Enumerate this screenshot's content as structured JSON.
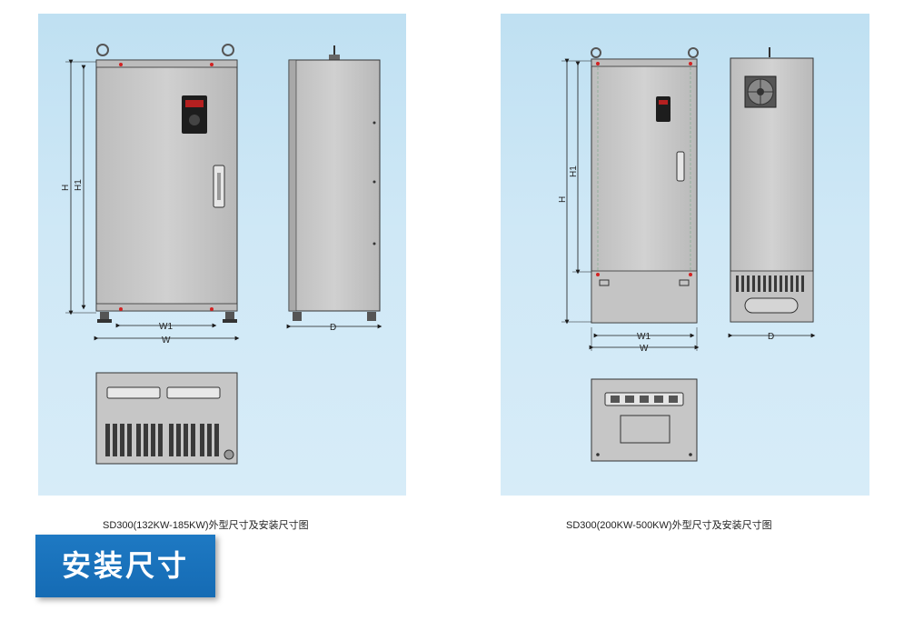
{
  "figures": [
    {
      "caption": "SD300(132KW-185KW)外型尺寸及安装尺寸图",
      "labels": {
        "height": "H",
        "height_inner": "H1",
        "width_inner": "W1",
        "width": "W",
        "depth": "D"
      }
    },
    {
      "caption": "SD300(200KW-500KW)外型尺寸及安装尺寸图",
      "labels": {
        "height": "H",
        "height_inner": "H1",
        "width_inner": "W1",
        "width": "W",
        "depth": "D"
      }
    }
  ],
  "section": {
    "title": "安装尺寸"
  },
  "colors": {
    "panel_bg": "#c8e4f4",
    "cabinet": "#c9c9c9",
    "banner": "#1a72bd",
    "accent_red": "#d22222"
  }
}
